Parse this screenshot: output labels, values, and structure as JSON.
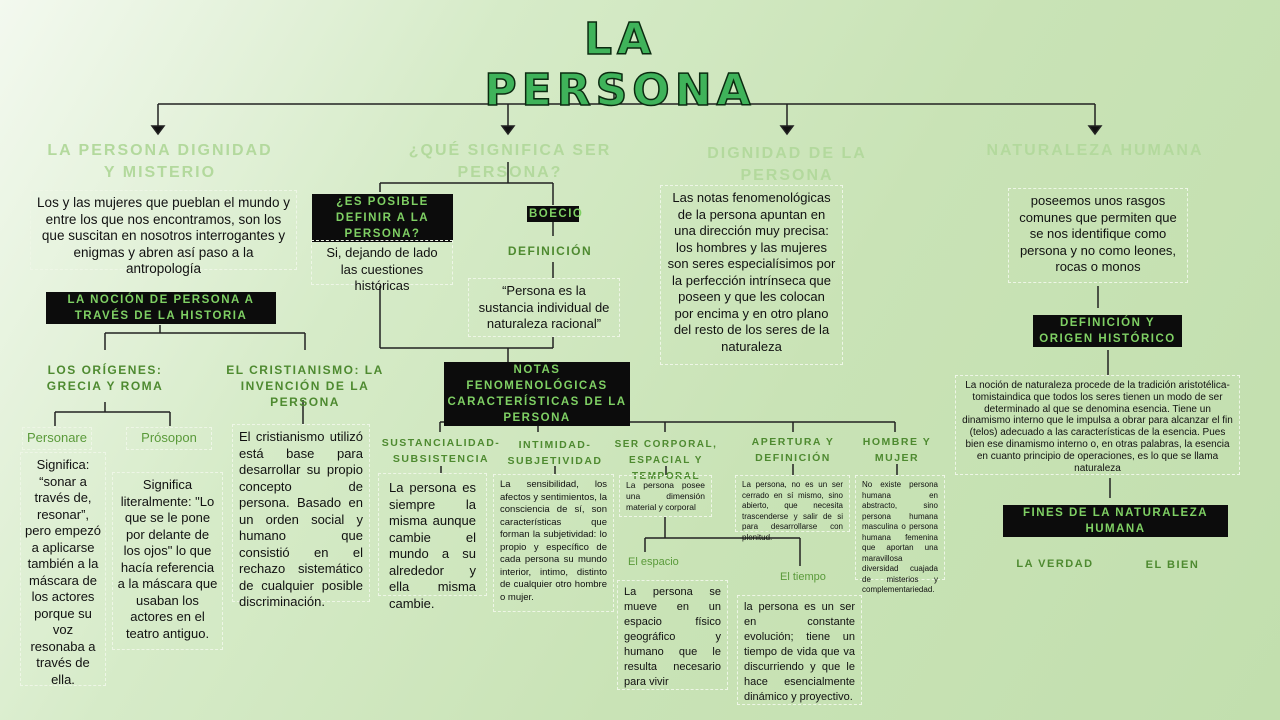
{
  "title": "LA PERSONA",
  "branches": {
    "dignidad_misterio": {
      "header": "LA PERSONA DIGNIDAD Y MISTERIO",
      "text": "Los y las mujeres que pueblan el mundo y entre los que nos encontramos, son los que suscitan en nosotros interrogantes y enigmas y abren así paso a la antropología",
      "historia_label": "LA NOCIÓN DE PERSONA A TRAVÉS DE LA HISTORIA",
      "origenes": {
        "label": "LOS ORÍGENES: GRECIA Y ROMA",
        "personare": "Personare",
        "personare_text": "Significa: “sonar a través de, resonar”, pero empezó a aplicarse también a la máscara de los actores porque su voz resonaba a través de ella.",
        "prosopon": "Prósopon",
        "prosopon_text": "Significa literalmente: \"Lo que se le pone por delante de los ojos\" lo que hacía referencia a la máscara que usaban los actores en el teatro antiguo."
      },
      "cristianismo": {
        "label": "EL CRISTIANISMO: LA INVENCIÓN DE LA PERSONA",
        "text": "El cristianismo utilizó está base para desarrollar su propio concepto de persona. Basado en un orden social y humano que consistió en el rechazo sistemático de cualquier posible discriminación."
      }
    },
    "que_significa": {
      "header": "¿QUÉ SIGNIFICA SER PERSONA?",
      "posible_label": "¿ES POSIBLE DEFINIR A LA PERSONA?",
      "posible_text": "Si, dejando de lado las cuestiones históricas",
      "boecio": "BOECIO",
      "definicion": "DEFINICIÓN",
      "definicion_text": "“Persona es la sustancia individual de naturaleza racional”",
      "notas_label": "NOTAS FENOMENOLÓGICAS CARACTERÍSTICAS DE LA PERSONA",
      "notas": [
        {
          "label": "SUSTANCIALIDAD-SUBSISTENCIA",
          "text": "La persona es siempre la misma aunque cambie el mundo a su alrededor y ella misma cambie."
        },
        {
          "label": "INTIMIDAD-SUBJETIVIDAD",
          "text": "La sensibilidad, los afectos y sentimientos, la consciencia de sí, son características que forman la subjetividad: lo propio y específico de cada persona su mundo interior, intimo, distinto de cualquier otro hombre o mujer."
        },
        {
          "label": "SER CORPORAL, ESPACIAL Y TEMPORAL",
          "text": "La persona posee una dimensión material y corporal",
          "espacio": "El espacio",
          "espacio_text": "La persona se mueve en un espacio físico geográfico y humano que le resulta necesario para vivir",
          "tiempo": "El tiempo",
          "tiempo_text": "la persona es un ser en constante evolución; tiene un tiempo de vida que va discurriendo y que le hace esencialmente dinámico y proyectivo."
        },
        {
          "label": "APERTURA Y DEFINICIÓN",
          "text": "La persona, no es un ser cerrado en sí mismo, sino abierto, que necesita trascenderse y salir de si para desarrollarse con plenitud."
        },
        {
          "label": "HOMBRE Y MUJER",
          "text": "No existe persona humana en abstracto, sino persona humana masculina o persona humana femenina que aportan una maravillosa diversidad cuajada de misterios y complementariedad."
        }
      ]
    },
    "dignidad": {
      "header": "DIGNIDAD DE LA PERSONA",
      "text": "Las notas fenomenológicas de la persona apuntan en una dirección muy precisa: los hombres y las mujeres son seres especialísimos por la perfección intrínseca que poseen y que les colocan por encima y en otro plano del resto de los seres de la naturaleza"
    },
    "naturaleza": {
      "header": "NATURALEZA HUMANA",
      "text": "poseemos unos rasgos comunes que permiten que se nos identifique como persona y no como leones, rocas o monos",
      "origen_label": "DEFINICIÓN Y ORIGEN HISTÓRICO",
      "origen_text": "La noción de naturaleza procede de la tradición aristotélica-tomistaindica que todos los seres tienen un modo de ser determinado al que se denomina esencia. Tiene un dinamismo interno que le impulsa a obrar para alcanzar el fin (telos) adecuado a las características de la esencia. Pues bien ese dinamismo interno o, en otras palabras, la esencia en cuanto principio de operaciones, es lo que se llama naturaleza",
      "fines_label": "FINES DE LA NATURALEZA HUMANA",
      "verdad": "LA VERDAD",
      "bien": "EL BIEN"
    }
  },
  "colors": {
    "title": "#3fb35a",
    "header_light": "#b3d99d",
    "label_green": "#4e8a30",
    "highlight_bg": "#0c0c0c",
    "highlight_text": "#7fd064"
  }
}
